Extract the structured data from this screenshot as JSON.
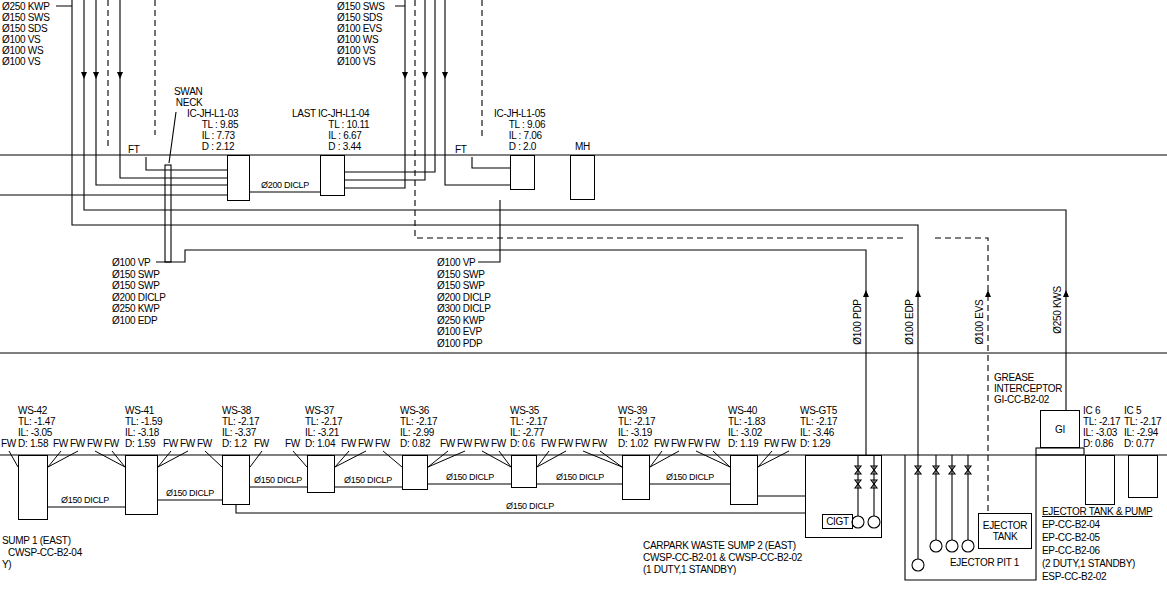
{
  "diagram": {
    "nodes": [
      {
        "text": [
          "IC-JH-L1-03 TL : 9.85 IL : 7.73 D : 2.12"
        ]
      },
      {
        "text": [
          "LAST IC-JH-L1-04 TL : 10.11 IL : 6.67 D : 3.44"
        ]
      },
      {
        "text": [
          "IC-JH-L1-05 TL : 9.06 IL : 7.06 D : 2.0"
        ]
      },
      {
        "text": [
          "MH"
        ]
      },
      {
        "text": [
          "WS-42 TL: -1.47 IL: -3.05 D: 1.58"
        ]
      },
      {
        "text": [
          "WS-41 TL: -1.59 IL: -3.18 D: 1.59"
        ]
      },
      {
        "text": [
          "WS-38 TL: -2.17 IL: -3.37 D: 1.2"
        ]
      },
      {
        "text": [
          "WS-37 TL: -2.17 IL: -3.21 D: 1.04"
        ]
      },
      {
        "text": [
          "WS-36 TL: -2.17 IL: -2.99 D: 0.82"
        ]
      },
      {
        "text": [
          "WS-35 TL: -2.17 IL: -2.77 D: 0.6"
        ]
      },
      {
        "text": [
          "WS-39 TL: -2.17 IL: -3.19 D: 1.02"
        ]
      },
      {
        "text": [
          "WS-40 TL: -1.83 IL: -3.02 D: 1.19"
        ]
      },
      {
        "text": [
          "WS-GT5 TL: -2.17 IL: -3.46 D: 1.29"
        ]
      },
      {
        "text": [
          "CIGT"
        ],
        "in": 12
      },
      {
        "text": [
          "GREASE INTERCEPTOR GI-CC-B2-02",
          "GI"
        ]
      },
      {
        "text": [
          "IC 6 TL: -2.17 IL: -3.03 D: 0.86"
        ]
      },
      {
        "text": [
          "IC 5 TL: -2.17 IL: -2.94 D: 0.77"
        ]
      },
      {
        "text": [
          "EJECTOR TANK"
        ]
      }
    ],
    "edges": [
      {
        "from": 0,
        "to": 1,
        "label": "Ø200 DICLP",
        "arrow": "none"
      },
      {
        "from": 4,
        "to": 5,
        "label": "Ø150 DICLP",
        "arrow": "none"
      },
      {
        "from": 5,
        "to": 6,
        "label": "Ø150 DICLP",
        "arrow": "none"
      },
      {
        "from": 6,
        "to": 7,
        "label": "Ø150 DICLP",
        "arrow": "none"
      },
      {
        "from": 7,
        "to": 8,
        "label": "Ø150 DICLP",
        "arrow": "none"
      },
      {
        "from": 8,
        "to": 9,
        "label": "Ø150 DICLP",
        "arrow": "none"
      },
      {
        "from": 6,
        "to": 12,
        "label": "Ø150 DICLP",
        "arrow": "none"
      },
      {
        "from": 9,
        "to": 10,
        "label": "Ø150 DICLP",
        "arrow": "none"
      },
      {
        "from": 10,
        "to": 11,
        "label": "Ø150 DICLP",
        "arrow": "none"
      },
      {
        "from": 11,
        "to": 12,
        "arrow": "none"
      }
    ],
    "labels": [
      "Ø250 KWP",
      "Ø150 SWS",
      "Ø150 SDS",
      "Ø100 VS",
      "Ø100 WS",
      "Ø100 VS",
      "Ø150 SWS",
      "Ø150 SDS",
      "Ø100 EVS",
      "Ø100 WS",
      "Ø100 VS",
      "Ø100 VS",
      "SWAN NECK",
      "FT",
      "FT",
      "Ø100 VP",
      "Ø150 SWP",
      "Ø150 SWP",
      "Ø200 DICLP",
      "Ø250 KWP",
      "Ø100 EDP",
      "Ø100 VP",
      "Ø150 SWP",
      "Ø150 SWP",
      "Ø200 DICLP",
      "Ø300 DICLP",
      "Ø250 KWP",
      "Ø100 EVP",
      "Ø100 PDP",
      "Ø100 PDP",
      "Ø100 EDP",
      "Ø100 EVS",
      "Ø250 KWS",
      "FW",
      "FW",
      "FW",
      "FW",
      "FW",
      "FW",
      "FW",
      "FW",
      "FW",
      "FW",
      "FW",
      "FW",
      "FW",
      "FW",
      "FW",
      "FW",
      "FW",
      "FW",
      "FW",
      "FW",
      "FW",
      "FW",
      "FW",
      "FW",
      "FW",
      "FW",
      "FW",
      "SUMP 1 (EAST)",
      "CWSP-CC-B2-04",
      "Y)",
      "CARPARK WASTE SUMP 2 (EAST)",
      "CWSP-CC-B2-01 & CWSP-CC-B2-02",
      "(1 DUTY,1 STANDBY)",
      "EJECTOR PIT 1",
      "EJECTOR TANK & PUMP",
      "EP-CC-B2-04",
      "EP-CC-B2-05",
      "EP-CC-B2-06",
      "(2 DUTY,1 STANDBY)",
      "ESP-CC-B2-02"
    ]
  }
}
